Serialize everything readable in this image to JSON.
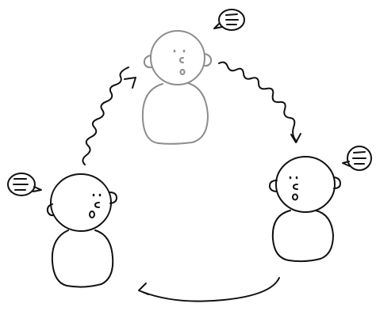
{
  "diagram": {
    "description_free": true,
    "ink_color": "#111111",
    "faded_color": "#8c8c8c",
    "figures": [
      {
        "id": "top",
        "faded": true,
        "has_speech_bubble": true
      },
      {
        "id": "left",
        "faded": false,
        "has_speech_bubble": true
      },
      {
        "id": "right",
        "faded": false,
        "has_speech_bubble": true
      }
    ],
    "arrows": [
      {
        "from": "left",
        "to": "top",
        "style": "wavy"
      },
      {
        "from": "top",
        "to": "right",
        "style": "wavy"
      },
      {
        "from": "right",
        "to": "left",
        "style": "curved"
      }
    ],
    "icons": [
      "speech-bubble-icon",
      "head-icon",
      "body-icon",
      "arrow-icon"
    ]
  }
}
